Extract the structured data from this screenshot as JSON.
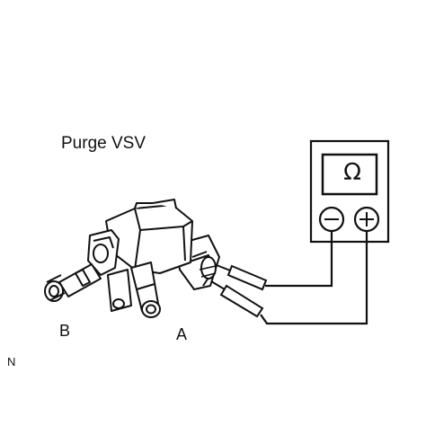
{
  "diagram": {
    "title": "Purge VSV",
    "port_b_label": "B",
    "port_a_label": "A",
    "corner_mark": "N",
    "meter_symbol": "Ω",
    "terminal_negative": "−",
    "terminal_positive": "+"
  }
}
